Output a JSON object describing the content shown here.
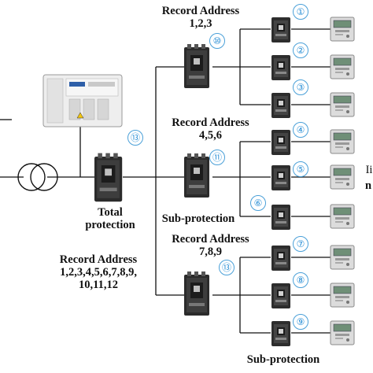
{
  "labels": {
    "record_top": "Record Address",
    "record_top_nums": "1,2,3",
    "record_mid": "Record Address",
    "record_mid_nums": "4,5,6",
    "record_low": "Record Address",
    "record_low_nums": "7,8,9",
    "record_total_1": "Record Address",
    "record_total_2": "1,2,3,4,5,6,7,8,9,",
    "record_total_3": "10,11,12",
    "total_protection_1": "Total",
    "total_protection_2": "protection",
    "sub_protection_mid": "Sub-protection",
    "sub_protection_bottom": "Sub-protection",
    "edge_fragment_1": "Ii",
    "edge_fragment_2": "n"
  },
  "node_numbers": {
    "n1": "①",
    "n2": "②",
    "n3": "③",
    "n4": "④",
    "n5": "⑤",
    "n6": "⑥",
    "n7": "⑦",
    "n8": "⑧",
    "n9": "⑨",
    "n10": "⑩",
    "n11": "⑪",
    "n13a": "⑬",
    "n13b": "⑬"
  },
  "colors": {
    "line": "#111111",
    "breaker_body": "#2b2b2b",
    "meter_body": "#dcdcdc",
    "circle_accent": "#2a8fd6"
  },
  "icons": [
    "transformer-icon",
    "distribution-cabinet-icon",
    "circuit-breaker-icon",
    "electric-meter-icon"
  ]
}
